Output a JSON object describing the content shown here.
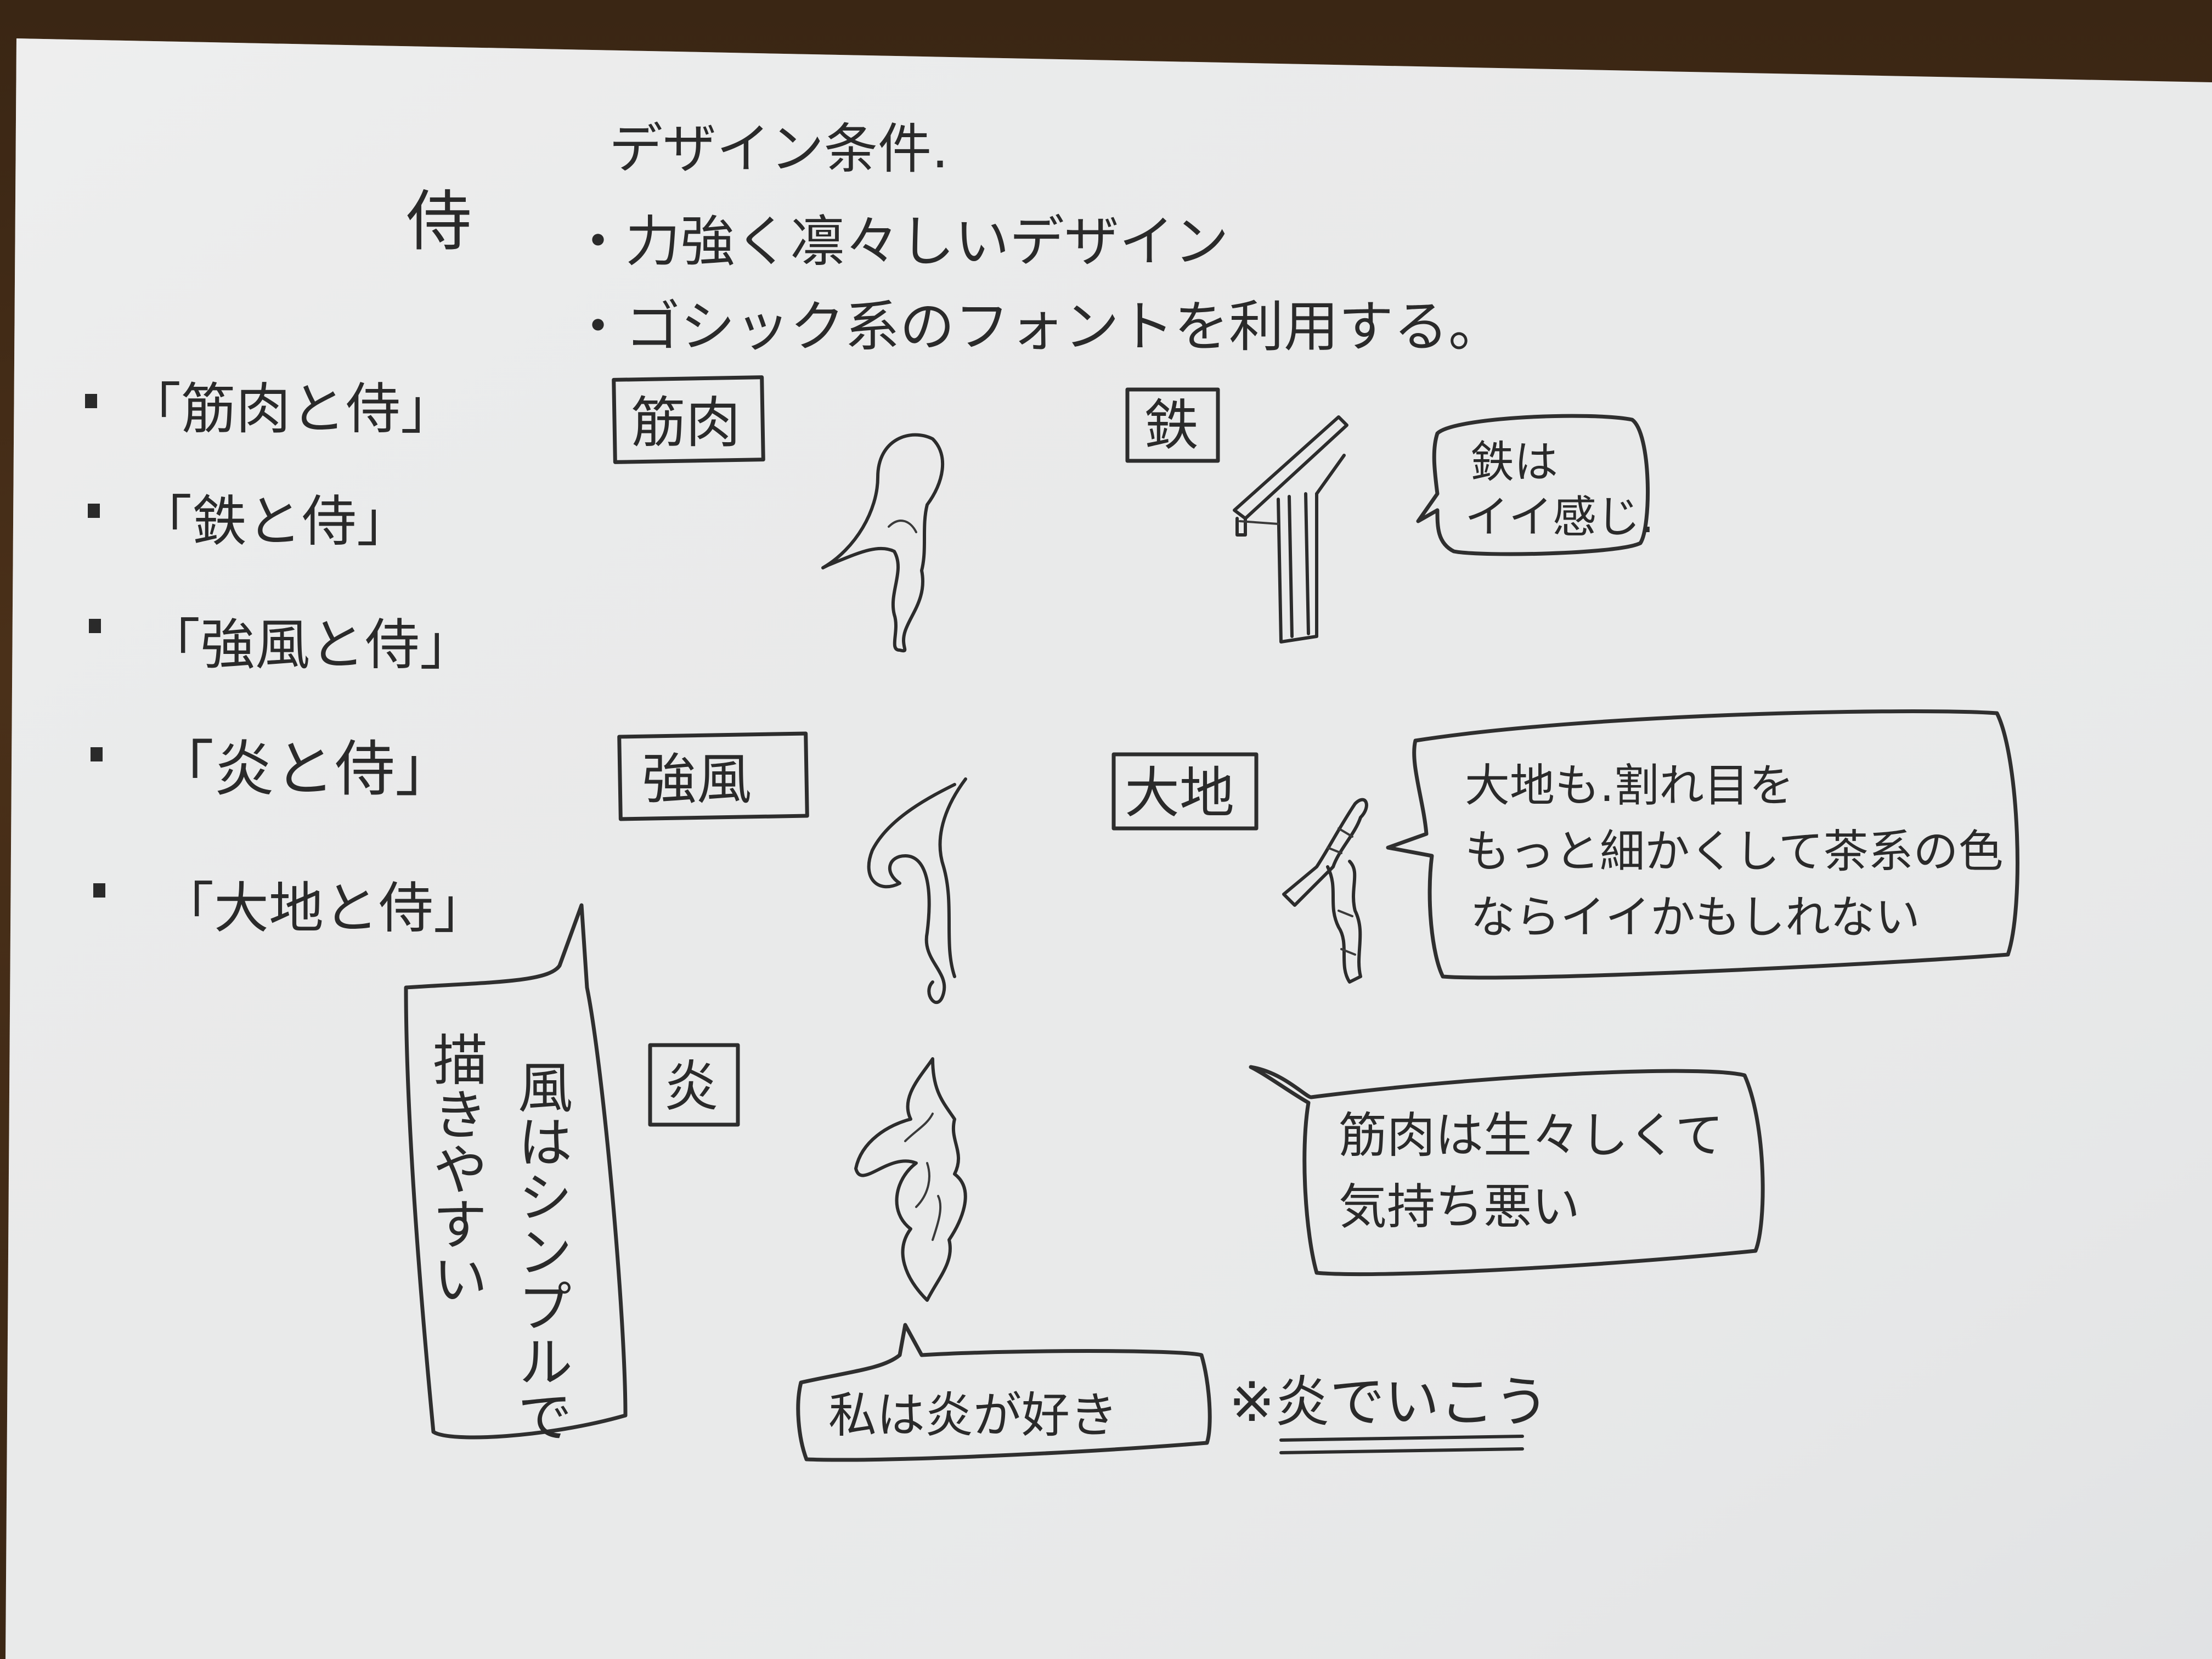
{
  "title": "侍",
  "conditions": {
    "heading": "デザイン条件.",
    "items": [
      "・力強く凛々しいデザイン",
      "・ゴシック系のフォントを利用する。"
    ]
  },
  "themes": [
    "「筋肉と侍」",
    "「鉄と侍」",
    "「強風と侍」",
    "「炎と侍」",
    "「大地と侍」"
  ],
  "sketch_labels": {
    "muscle": "筋肉",
    "iron": "鉄",
    "wind": "強風",
    "earth": "大地",
    "flame": "炎"
  },
  "comments": {
    "iron": [
      "鉄は",
      "イイ感じ."
    ],
    "earth": [
      "大地も.割れ目を",
      "もっと細かくして茶系の色",
      "ならイイかもしれない"
    ],
    "muscle": [
      "筋肉は生々しくて",
      "気持ち悪い"
    ],
    "wind": [
      "風はシンプルで",
      "描きやすい"
    ],
    "flame": "私は炎が好き",
    "conclusion": "※炎でいこう"
  },
  "colors": {
    "paper": "#e9eaea",
    "ink": "#2a2a2a",
    "desk": "#3a2614"
  },
  "icons": [
    "muscle-sketch",
    "iron-sketch",
    "wind-sketch",
    "earth-sketch",
    "flame-sketch"
  ]
}
